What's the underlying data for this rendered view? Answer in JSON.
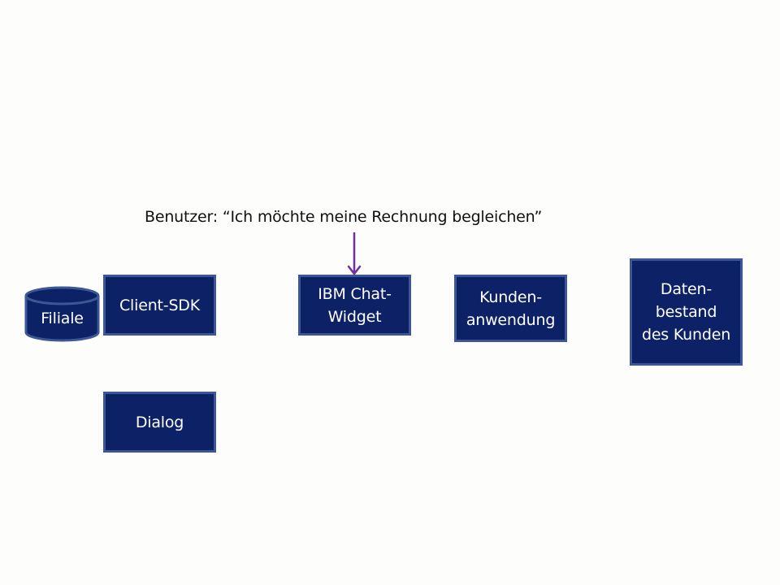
{
  "user_quote": "Benutzer: “Ich möchte meine Rechnung begleichen”",
  "nodes": {
    "filiale": "Filiale",
    "client_sdk": "Client-SDK",
    "dialog": "Dialog",
    "chat_widget": "IBM Chat-\nWidget",
    "kundenanwendung": "Kunden-\nanwendung",
    "datenbestand": "Daten-\nbestand\ndes Kunden"
  },
  "colors": {
    "box_fill": "#0d2266",
    "box_border": "#3c5794",
    "arrow": "#7030a0",
    "background": "#fdfdfc"
  }
}
